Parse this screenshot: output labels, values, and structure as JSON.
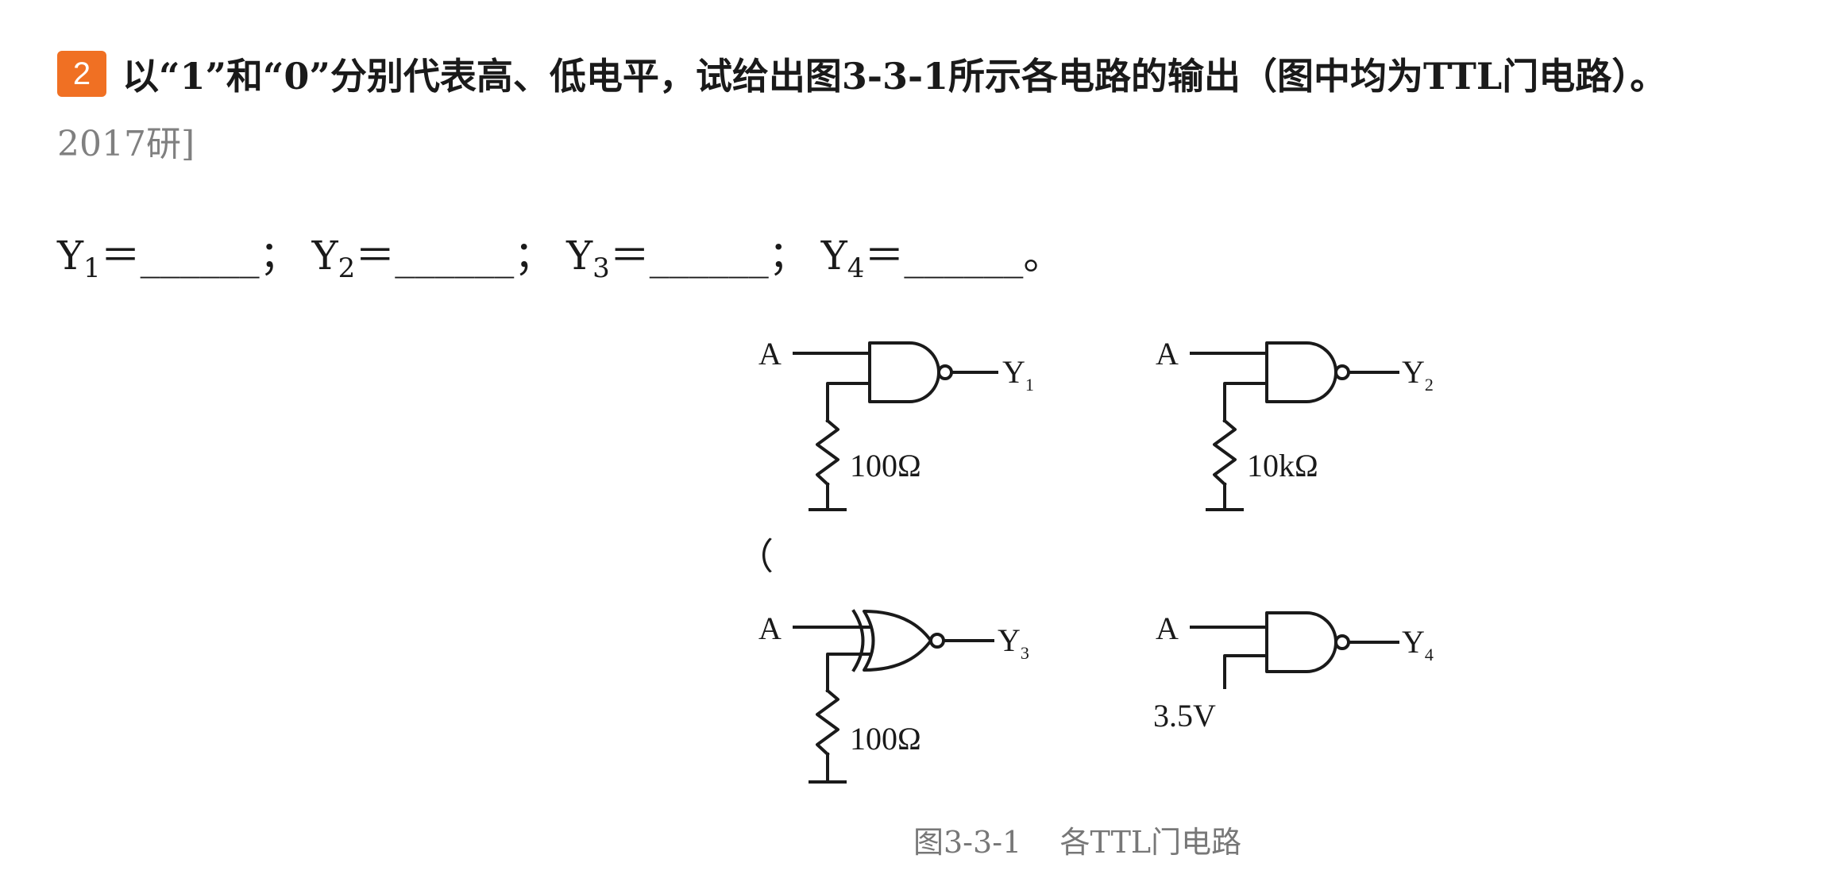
{
  "question": {
    "number": "2",
    "text": "以“1”和“0”分别代表高、低电平，试给出图3-3-1所示各电路的输出（图中均为TTL门电路）。",
    "source": "2017研]"
  },
  "answers": {
    "y1_label": "Y",
    "y1_sub": "1",
    "y2_label": "Y",
    "y2_sub": "2",
    "y3_label": "Y",
    "y3_sub": "3",
    "y4_label": "Y",
    "y4_sub": "4",
    "equals": "＝",
    "blank": "______",
    "separator": "；",
    "end": "。"
  },
  "stray_char": "（",
  "figure": {
    "caption": "图3-3-1    各TTL门电路",
    "circuits": [
      {
        "gate": "NAND",
        "input": "A",
        "output": "Y",
        "output_sub": "1",
        "load": "resistor",
        "value": "100Ω"
      },
      {
        "gate": "NAND",
        "input": "A",
        "output": "Y",
        "output_sub": "2",
        "load": "resistor",
        "value": "10kΩ"
      },
      {
        "gate": "XNOR",
        "input": "A",
        "output": "Y",
        "output_sub": "3",
        "load": "resistor",
        "value": "100Ω"
      },
      {
        "gate": "NAND",
        "input": "A",
        "output": "Y",
        "output_sub": "4",
        "load": "voltage",
        "value": "3.5V"
      }
    ]
  },
  "colors": {
    "badge": "#f07023",
    "text": "#1a1a1a",
    "muted": "#808080",
    "caption": "#777777"
  }
}
